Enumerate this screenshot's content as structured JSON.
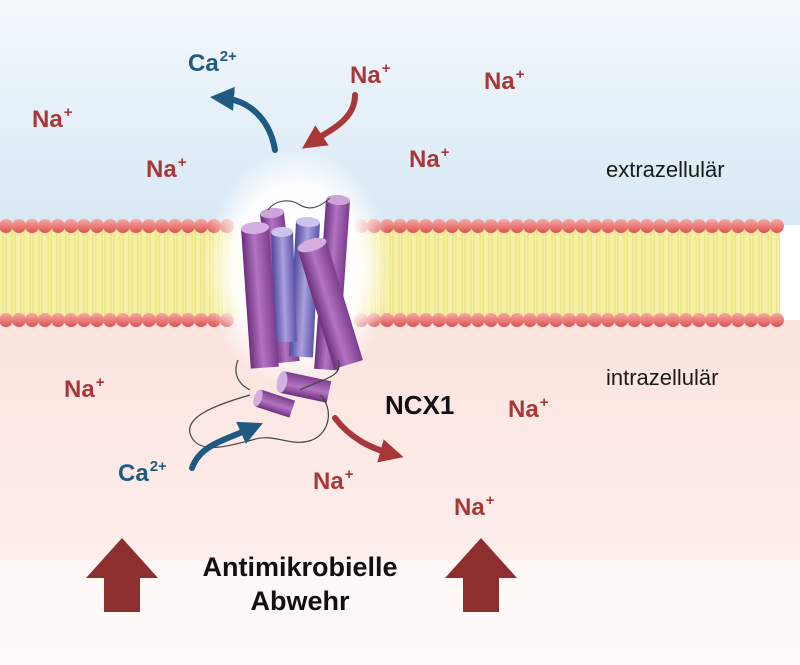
{
  "regions": {
    "extracellular": "extrazellulär",
    "intracellular": "intrazellulär"
  },
  "protein": {
    "name": "NCX1"
  },
  "ions": {
    "sodium": {
      "base": "Na",
      "charge": "+"
    },
    "calcium": {
      "base": "Ca",
      "charge": "2+"
    }
  },
  "defense": {
    "line1": "Antimikrobielle",
    "line2": "Abwehr"
  },
  "colors": {
    "sodium": "#a83838",
    "calcium": "#1e5a82",
    "protein": "#8a4a9a",
    "protein_blue": "#7a6cb8",
    "lipid_head": "#e86a6a",
    "lipid_tail": "#f3ec8c",
    "up_arrow": "#8e2f2f",
    "extracellular_tint": "#dceaf6",
    "intracellular_tint": "#fbe6e2"
  }
}
